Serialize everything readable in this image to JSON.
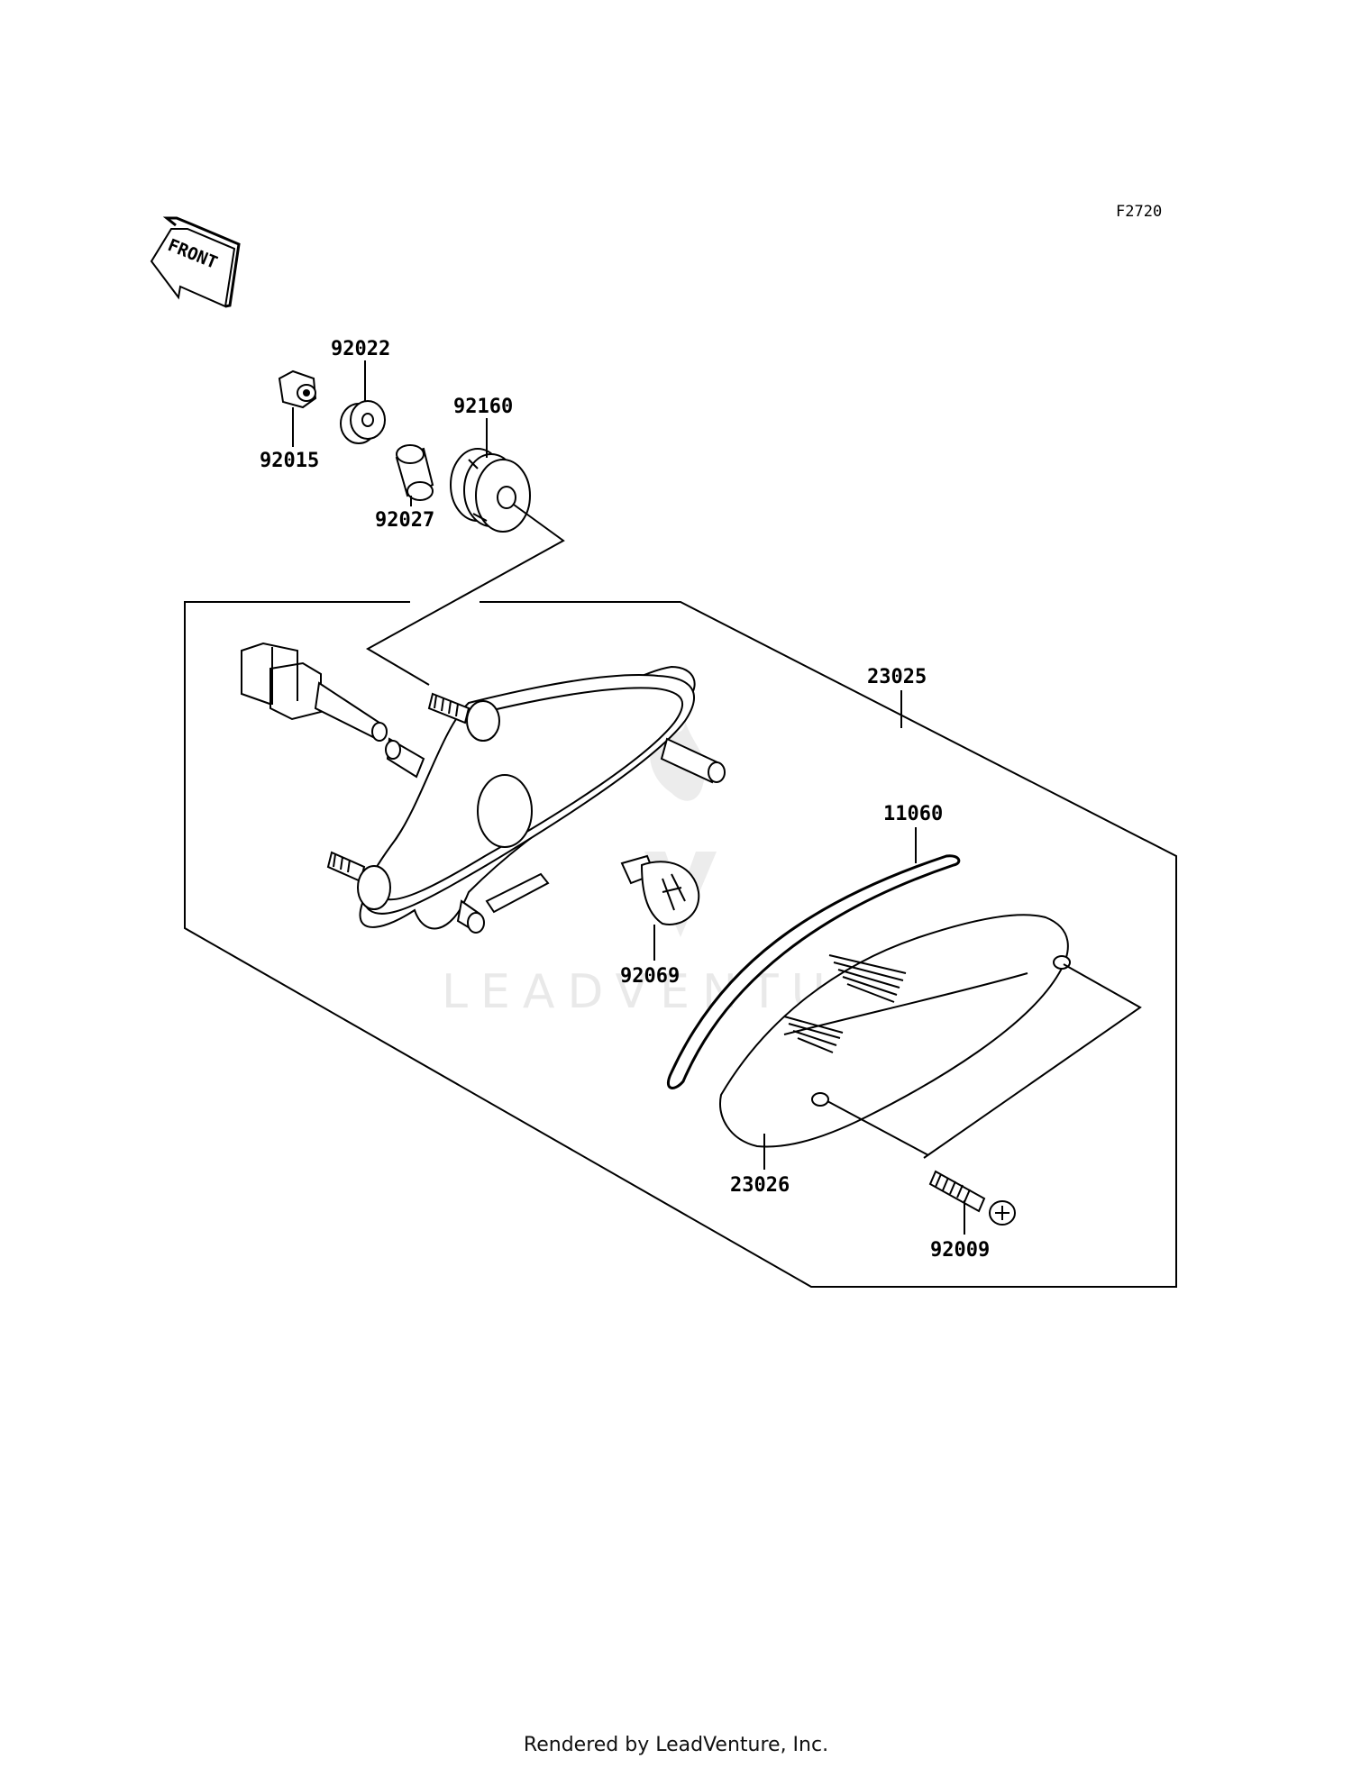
{
  "diagram": {
    "figure_code": "F2720",
    "front_label": "FRONT",
    "watermark": "LEADVENTURE",
    "parts": {
      "p92022": "92022",
      "p92160": "92160",
      "p92015": "92015",
      "p92027": "92027",
      "p23025": "23025",
      "p11060": "11060",
      "p92069": "92069",
      "p23026": "23026",
      "p92009": "92009"
    }
  },
  "footer": {
    "text": "Rendered by LeadVenture, Inc."
  }
}
